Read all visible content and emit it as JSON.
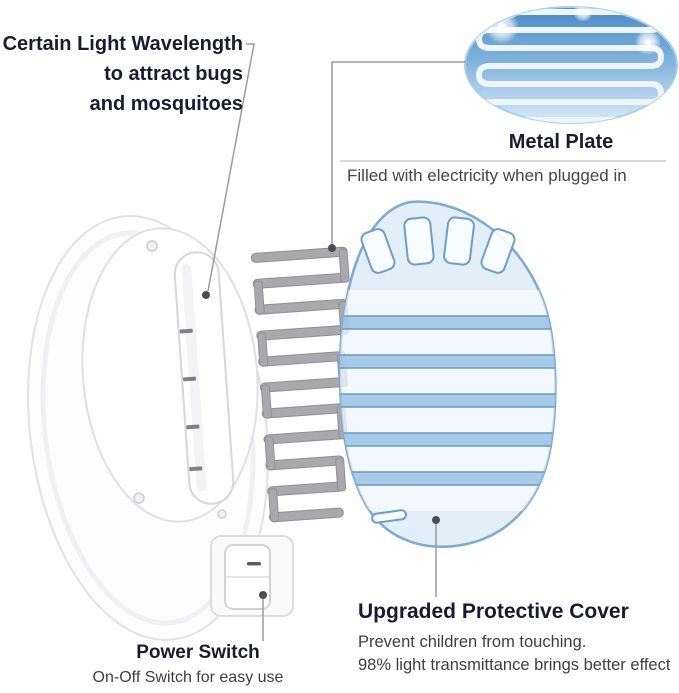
{
  "annotations": {
    "wavelength": {
      "line1": "Certain Light Wavelength",
      "line2": "to attract bugs",
      "line3": "and mosquitoes"
    },
    "metal_plate": {
      "title": "Metal Plate",
      "desc": "Filled with electricity when plugged in"
    },
    "power_switch": {
      "title": "Power Switch",
      "desc": "On-Off Switch for easy use"
    },
    "protective_cover": {
      "title": "Upgraded Protective Cover",
      "desc1": "Prevent children from touching.",
      "desc2": "98% light transmittance brings better effect"
    }
  },
  "colors": {
    "heading_text": "#1a1a30",
    "body_text": "#3e3e3e",
    "callout_line": "#9b9b9b",
    "callout_dot": "#4d4d51",
    "cover_blue_light": "#cbe2f3",
    "cover_blue_mid": "#a0c5e4",
    "cover_blue_dark": "#6f9dc7",
    "plate_gray": "#a9a9ad",
    "detail_blue_top": "#4a8ac4",
    "device_white": "#fdfdfe"
  }
}
